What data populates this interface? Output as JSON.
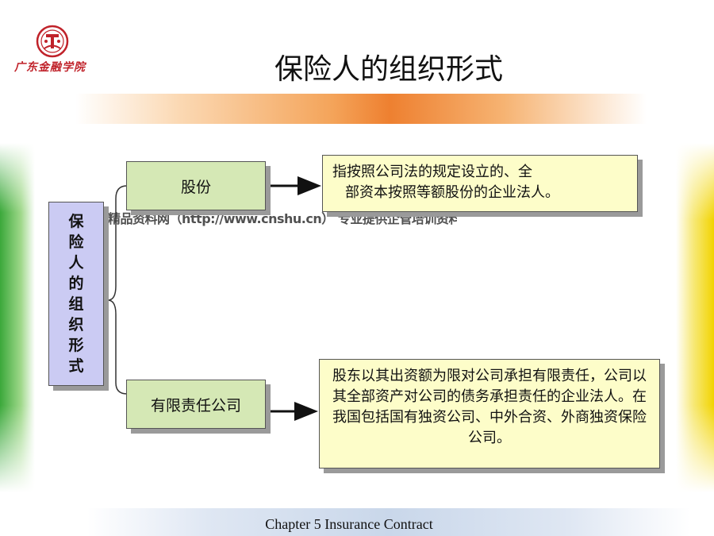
{
  "header": {
    "logo_text": "广东金融学院",
    "title": "保险人的组织形式"
  },
  "diagram": {
    "root_label": "保险人的组织形式",
    "watermark": "精品资料网（http://www.cnshu.cn） 专业提供企管培训资料",
    "branches": [
      {
        "label": "股份",
        "definition_lines": [
          "指按照公司法的规定设立的、全",
          "部资本按照等额股份的企业法人。"
        ]
      },
      {
        "label": "有限责任公司",
        "definition": "股东以其出资额为限对公司承担有限责任，公司以其全部资产对公司的债务承担责任的企业法人。在我国包括国有独资公司、中外合资、外商独资保险公司。"
      }
    ]
  },
  "footer": {
    "text": "Chapter 5 Insurance Contract"
  },
  "colors": {
    "root_box": "#cbcbf3",
    "category_box": "#d5e8b5",
    "definition_box": "#fdfdc9",
    "accent_red": "#c0222a",
    "title_bar": "#ee8030"
  }
}
